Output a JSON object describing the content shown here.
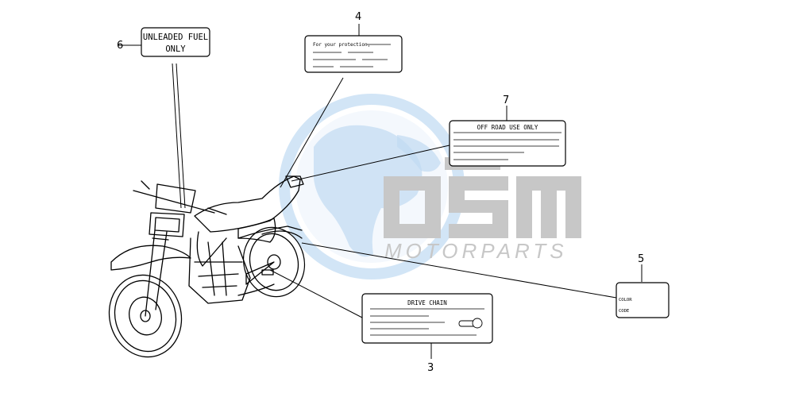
{
  "watermark": {
    "brand": "OSM",
    "subtitle": "MOTORPARTS",
    "globe_color": "#5aa0e0",
    "letters_color": "#9a9a9a"
  },
  "callouts": {
    "c3": "3",
    "c4": "4",
    "c5": "5",
    "c6": "6",
    "c7": "7"
  },
  "labels": {
    "fuel": {
      "line1": "UNLEADED FUEL",
      "line2": "ONLY"
    },
    "protection": {
      "text": "For your protection,"
    },
    "offroad": {
      "text": "OFF ROAD USE ONLY"
    },
    "chain": {
      "text": "DRIVE CHAIN"
    },
    "color": {
      "line1": "COLOR",
      "line2": "CODE"
    }
  }
}
